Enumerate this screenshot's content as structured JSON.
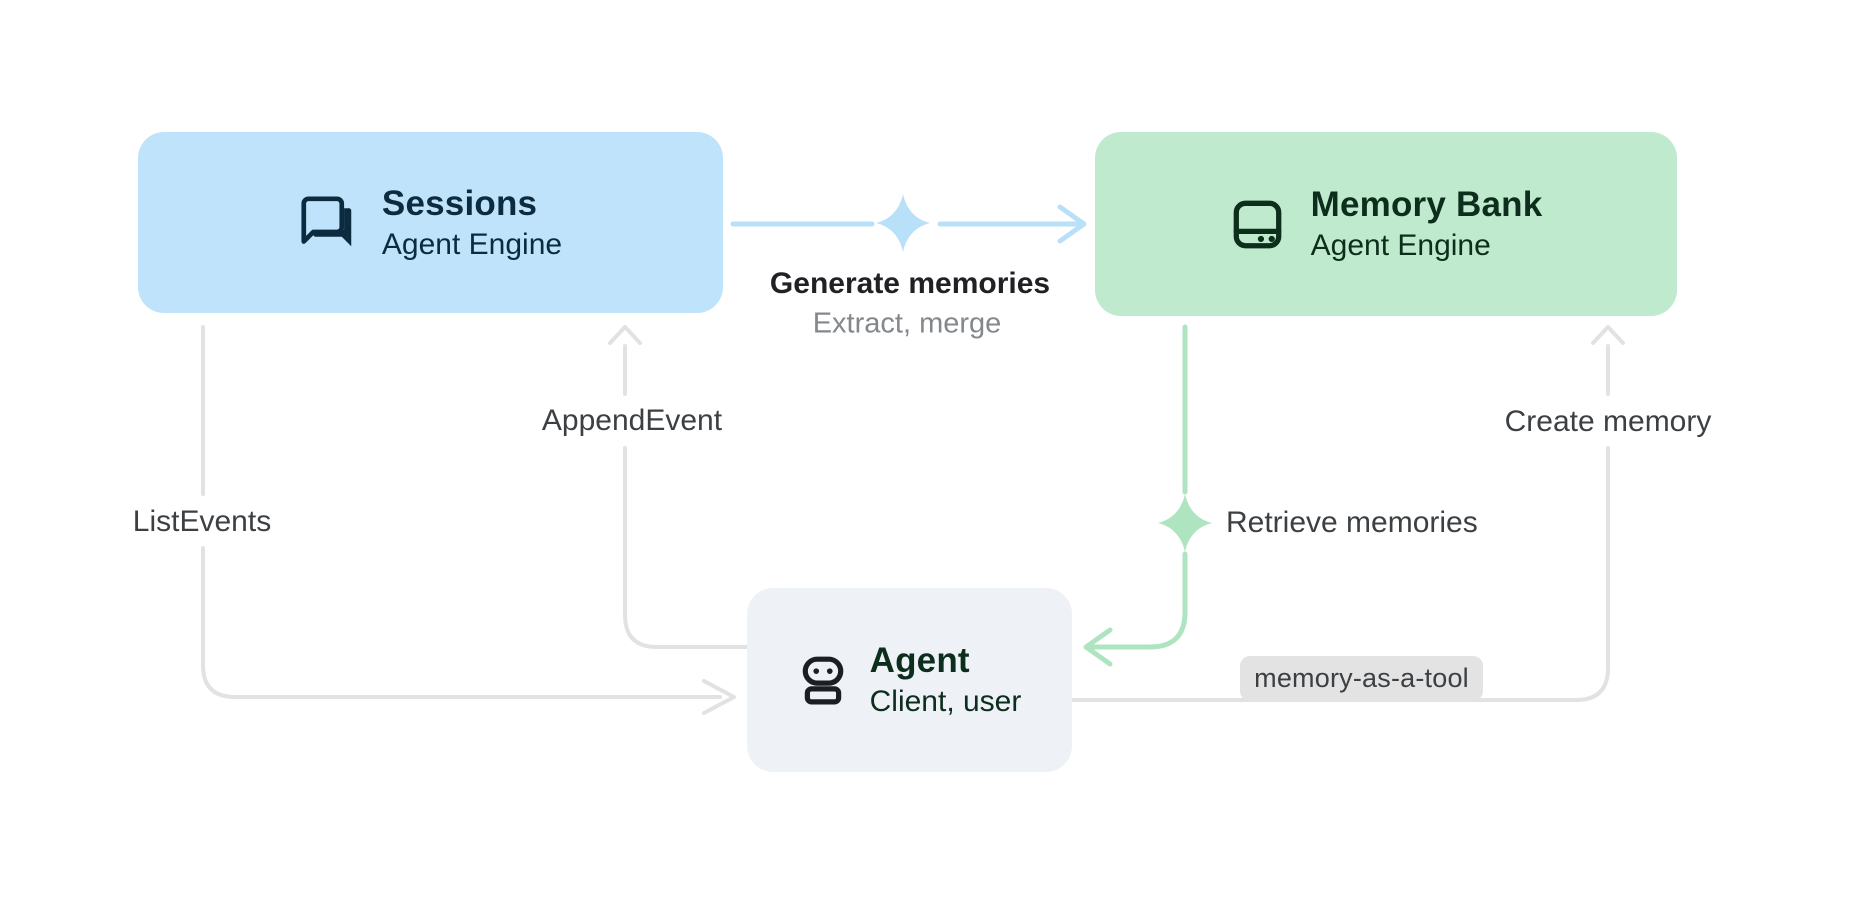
{
  "diagram": {
    "nodes": {
      "sessions": {
        "title": "Sessions",
        "subtitle": "Agent Engine",
        "icon": "chat-bubbles-icon"
      },
      "memory_bank": {
        "title": "Memory Bank",
        "subtitle": "Agent Engine",
        "icon": "storage-icon"
      },
      "agent": {
        "title": "Agent",
        "subtitle": "Client, user",
        "icon": "robot-icon"
      }
    },
    "edges": {
      "generate_memories": {
        "label": "Generate memories",
        "sublabel": "Extract, merge",
        "from": "sessions",
        "to": "memory_bank"
      },
      "append_event": {
        "label": "AppendEvent",
        "from": "agent",
        "to": "sessions"
      },
      "list_events": {
        "label": "ListEvents",
        "from": "sessions",
        "to": "agent"
      },
      "retrieve_memories": {
        "label": "Retrieve memories",
        "from": "memory_bank",
        "to": "agent"
      },
      "create_memory": {
        "label": "Create memory",
        "from": "agent",
        "to": "memory_bank"
      },
      "memory_as_a_tool": {
        "label": "memory-as-a-tool"
      }
    }
  },
  "colors": {
    "session_box_bg": "#BEE3FA",
    "memory_box_bg": "#C0EACD",
    "agent_box_bg": "#EEF1F6",
    "navy_text": "#0D2B3F",
    "green_text": "#0D2E1C",
    "blue_arrow": "#B9E0F9",
    "green_arrow": "#AFE4C1",
    "gray_arrow": "#E2E2E2",
    "badge_bg": "#E3E3E3",
    "label_text": "#3C4043",
    "label_strong": "#202124",
    "label_muted": "#84888D",
    "agent_icon": "#1C1E21"
  }
}
